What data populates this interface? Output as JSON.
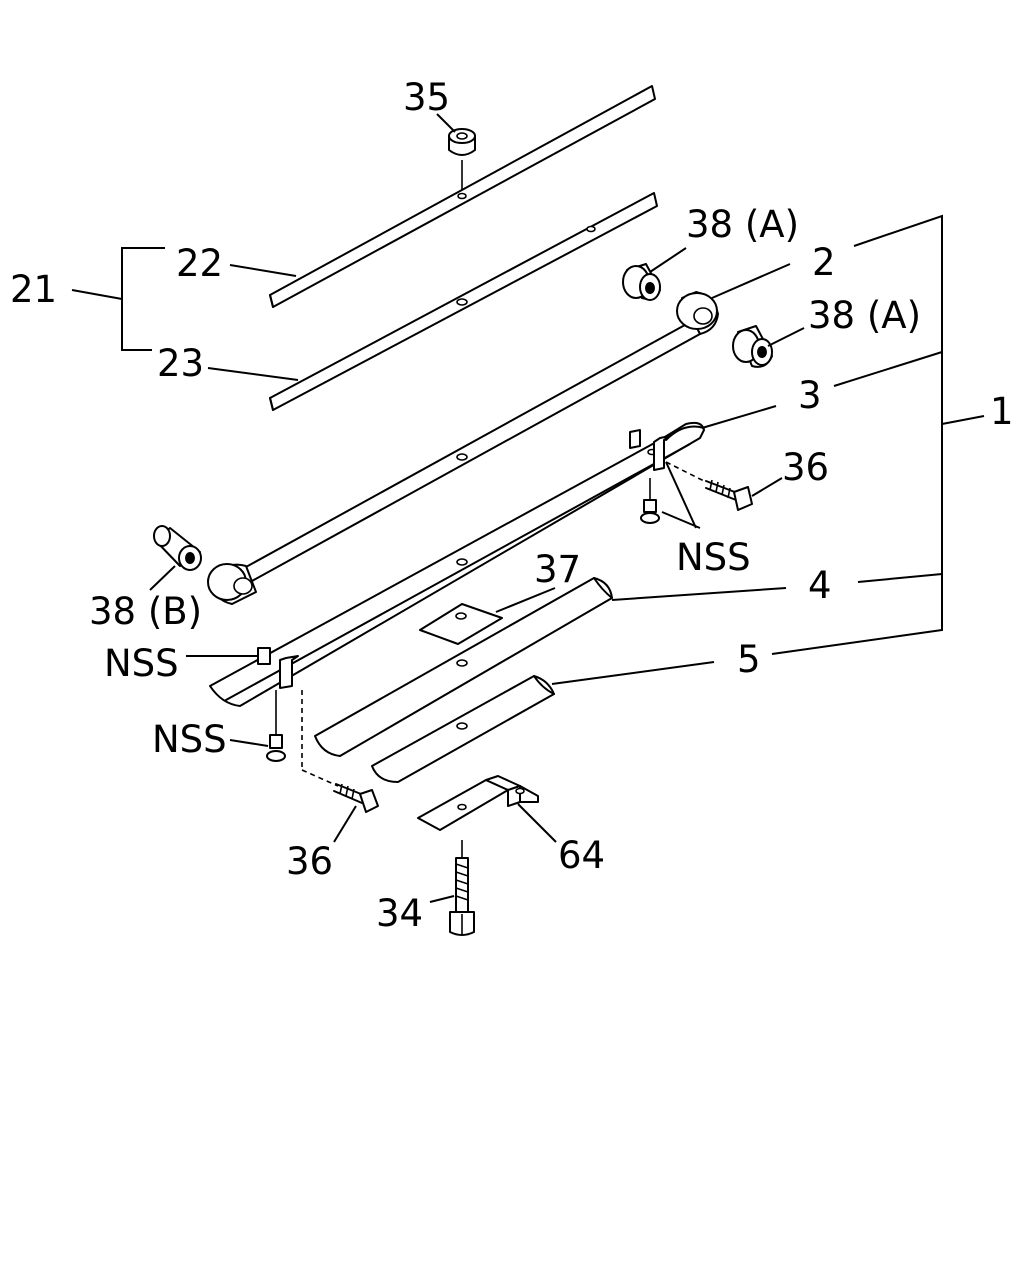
{
  "labels": {
    "l35": "35",
    "l22": "22",
    "l21": "21",
    "l23": "23",
    "l38a_top": "38 (A)",
    "l2": "2",
    "l38a_mid": "38 (A)",
    "l3": "3",
    "l1": "1",
    "l36_right": "36",
    "l_nss_right": "NSS",
    "l38b": "38 (B)",
    "l37": "37",
    "l4": "4",
    "l_nss_left": "NSS",
    "l5": "5",
    "l_nss_bottom": "NSS",
    "l36_bottom": "36",
    "l64": "64",
    "l34": "34"
  },
  "colors": {
    "line": "#000000",
    "background": "#ffffff"
  }
}
